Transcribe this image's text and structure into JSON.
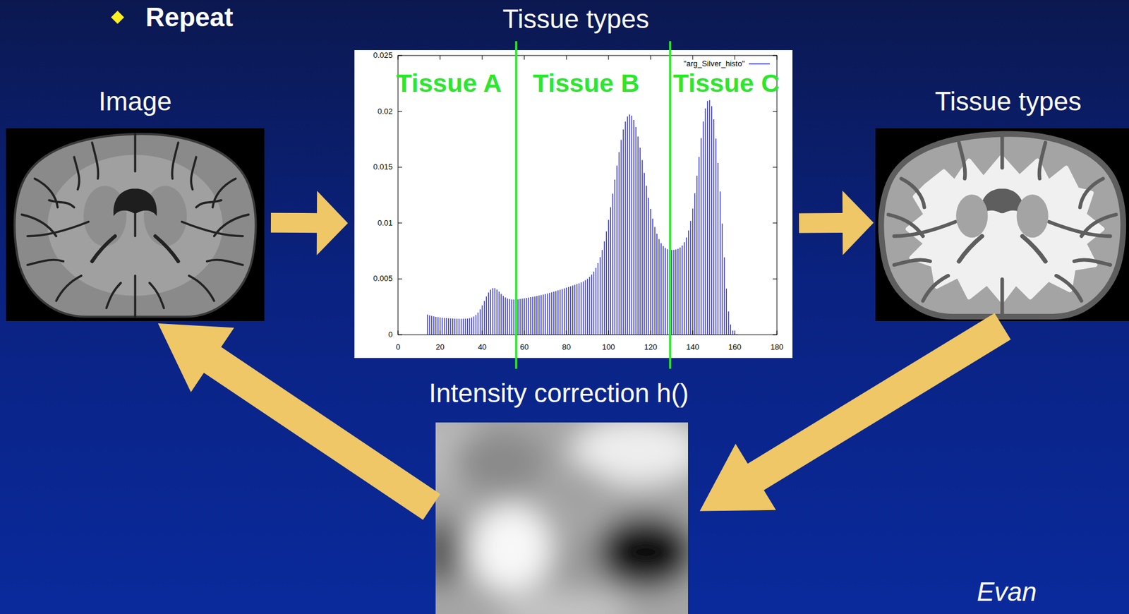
{
  "diagram": {
    "nodes": [
      {
        "text": [
          "Image"
        ]
      },
      {
        "text": [
          "Tissue types"
        ]
      },
      {
        "text": [
          "Tissue types"
        ]
      },
      {
        "text": [
          "Intensity correction h()"
        ]
      }
    ],
    "edges": [
      {
        "from": 0,
        "to": 1,
        "arrow": "to"
      },
      {
        "from": 1,
        "to": 2,
        "arrow": "to"
      },
      {
        "from": 2,
        "to": 3,
        "arrow": "to"
      },
      {
        "from": 3,
        "to": 0,
        "arrow": "to"
      }
    ],
    "labels": [
      "Repeat",
      "Tissue A",
      "Tissue B",
      "Tissue C",
      "0",
      "0.005",
      "0.01",
      "0.015",
      "0.02",
      "0.025",
      "0",
      "20",
      "40",
      "60",
      "80",
      "100",
      "120",
      "140",
      "160",
      "180",
      "Evan"
    ],
    "legend": [
      {
        "text": "\"arg_Silver_histo\""
      }
    ]
  }
}
